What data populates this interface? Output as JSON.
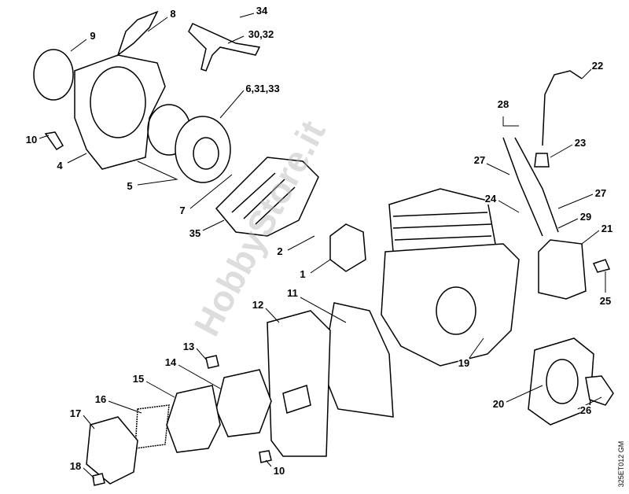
{
  "diagram": {
    "labels": {
      "p8": "8",
      "p34": "34",
      "p9": "9",
      "p30_32": "30,32",
      "p6_31_33": "6,31,33",
      "p10a": "10",
      "p4": "4",
      "p5": "5",
      "p7": "7",
      "p35": "35",
      "p22": "22",
      "p28": "28",
      "p23": "23",
      "p27a": "27",
      "p27b": "27",
      "p24": "24",
      "p29": "29",
      "p21": "21",
      "p2": "2",
      "p1": "1",
      "p25": "25",
      "p11": "11",
      "p12": "12",
      "p13": "13",
      "p14": "14",
      "p15": "15",
      "p16": "16",
      "p17": "17",
      "p18": "18",
      "p10b": "10",
      "p19": "19",
      "p20": "20",
      "p26": "26"
    },
    "watermark": "HobbyStore.it",
    "drawing_code": "325ET012 GM"
  }
}
